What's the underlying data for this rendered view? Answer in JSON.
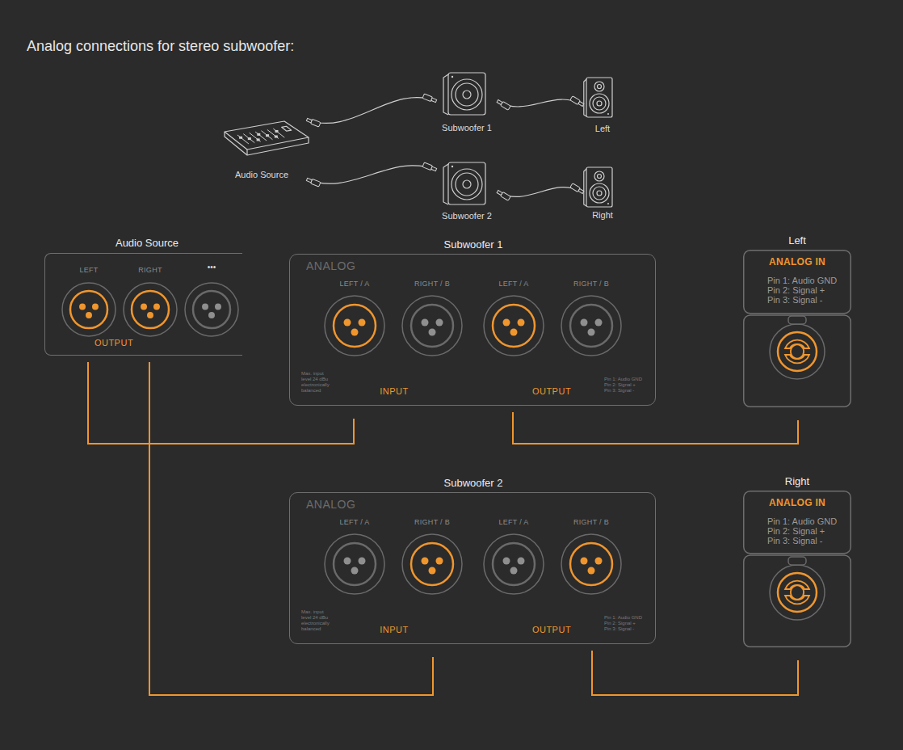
{
  "diagram": {
    "title": "Analog connections for stereo subwoofer:",
    "nodes": [
      {
        "text": [
          "Audio Source"
        ]
      },
      {
        "text": [
          "Subwoofer 1"
        ]
      },
      {
        "text": [
          "Left"
        ]
      },
      {
        "text": [
          "Subwoofer 2"
        ]
      },
      {
        "text": [
          "Right"
        ]
      },
      {
        "text": [
          "Audio Source",
          "LEFT",
          "RIGHT",
          "•••",
          "OUTPUT"
        ]
      },
      {
        "text": [
          "Subwoofer 1",
          "ANALOG",
          "LEFT / A",
          "RIGHT / B",
          "LEFT / A",
          "RIGHT / B",
          "INPUT",
          "OUTPUT",
          "Max. input level 24 dBu electronically balanced",
          "Pin 1: Audio GND",
          "Pin 2: Signal +",
          "Pin 3: Signal -"
        ]
      },
      {
        "text": [
          "Left",
          "ANALOG IN",
          "Pin 1: Audio GND",
          "Pin 2: Signal +",
          "Pin 3: Signal -"
        ]
      },
      {
        "text": [
          "Subwoofer 2",
          "ANALOG",
          "LEFT / A",
          "RIGHT / B",
          "LEFT / A",
          "RIGHT / B",
          "INPUT",
          "OUTPUT",
          "Max. input level 24 dBu electronically balanced",
          "Pin 1: Audio GND",
          "Pin 2: Signal +",
          "Pin 3: Signal -"
        ]
      },
      {
        "text": [
          "Right",
          "ANALOG IN",
          "Pin 1: Audio GND",
          "Pin 2: Signal +",
          "Pin 3: Signal -"
        ]
      }
    ],
    "edges": [
      {
        "from": 0,
        "to": 1,
        "arrow": "none"
      },
      {
        "from": 1,
        "to": 2,
        "arrow": "none"
      },
      {
        "from": 0,
        "to": 3,
        "arrow": "none"
      },
      {
        "from": 3,
        "to": 4,
        "arrow": "none"
      },
      {
        "from": 5,
        "to": 6,
        "arrow": "none"
      },
      {
        "from": 6,
        "to": 7,
        "arrow": "none"
      },
      {
        "from": 5,
        "to": 8,
        "arrow": "none"
      },
      {
        "from": 8,
        "to": 9,
        "arrow": "none"
      }
    ]
  }
}
